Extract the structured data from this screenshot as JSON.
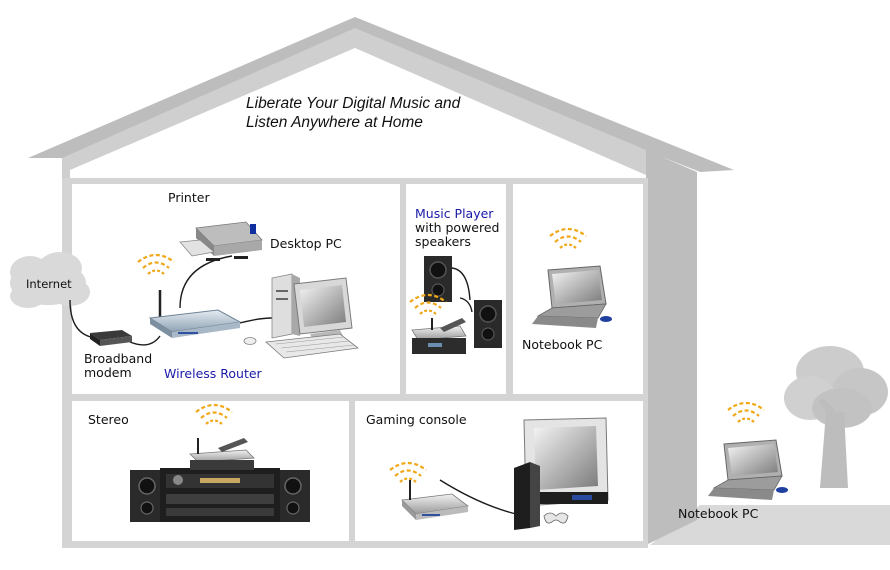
{
  "headline": {
    "line1": "Liberate Your Digital Music and",
    "line2": "Listen Anywhere at Home"
  },
  "labels": {
    "internet": "Internet",
    "broadband_line1": "Broadband",
    "broadband_line2": "modem",
    "wireless_router": "Wireless Router",
    "printer": "Printer",
    "desktop_pc": "Desktop PC",
    "music_player_line1": "Music Player",
    "music_player_line2": "with powered",
    "music_player_line3": "speakers",
    "notebook_pc_room": "Notebook PC",
    "stereo": "Stereo",
    "gaming_console": "Gaming console",
    "notebook_pc_yard": "Notebook PC"
  },
  "colors": {
    "house_wall": "#d4d4d4",
    "house_shade": "#b9b9b9",
    "room_fill": "#ffffff",
    "wifi_signal": "#f0a818",
    "label_blue": "#1a1aa8",
    "tree": "#c8c8c8",
    "device_dark": "#2a2a2a"
  }
}
